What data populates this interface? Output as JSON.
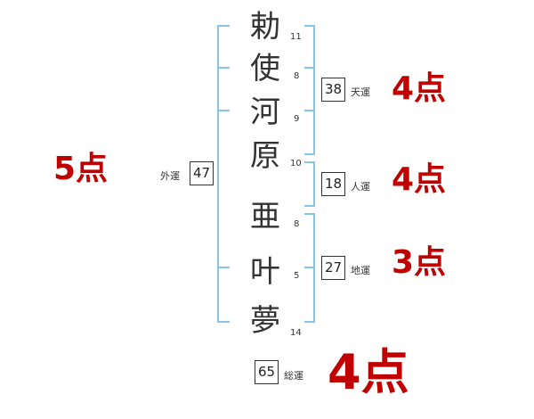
{
  "name_chars": [
    {
      "char": "勅",
      "strokes": "11"
    },
    {
      "char": "使",
      "strokes": "8"
    },
    {
      "char": "河",
      "strokes": "9"
    },
    {
      "char": "原",
      "strokes": "10"
    },
    {
      "char": "亜",
      "strokes": "8"
    },
    {
      "char": "叶",
      "strokes": "5"
    },
    {
      "char": "夢",
      "strokes": "14"
    }
  ],
  "fortunes": {
    "tenun": {
      "label": "天運",
      "value": "38",
      "points": "4点"
    },
    "jinun": {
      "label": "人運",
      "value": "18",
      "points": "4点"
    },
    "chiun": {
      "label": "地運",
      "value": "27",
      "points": "3点"
    },
    "gaiun": {
      "label": "外運",
      "value": "47",
      "points": "5点"
    },
    "souun": {
      "label": "総運",
      "value": "65",
      "points": "4点"
    }
  },
  "colors": {
    "bracket": "#8cc4e8",
    "points": "#c00000"
  }
}
